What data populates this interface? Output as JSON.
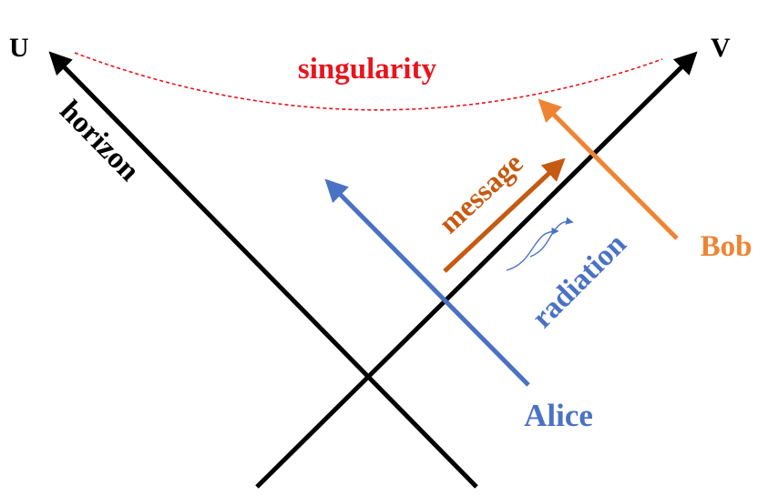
{
  "labels": {
    "u_axis": "U",
    "v_axis": "V",
    "singularity": "singularity",
    "horizon": "horizon",
    "message": "message",
    "radiation": "radiation",
    "alice": "Alice",
    "bob": "Bob"
  },
  "colors": {
    "axis": "#000000",
    "singularity": "#e8141c",
    "alice": "#4a72c4",
    "bob": "#ee8433",
    "message": "#c55a11"
  }
}
